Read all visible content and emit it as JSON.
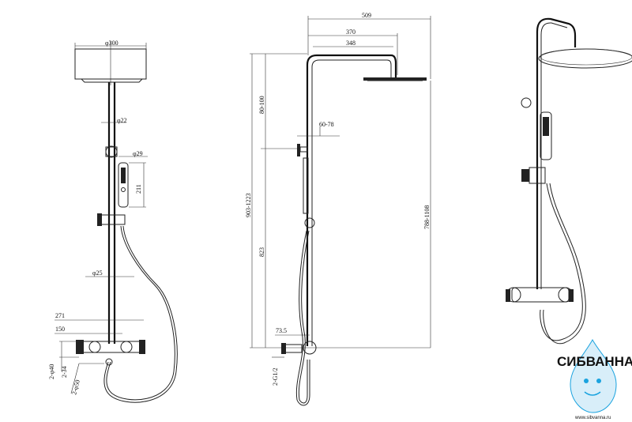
{
  "front_view": {
    "dims": {
      "head_dia": "φ300",
      "rod_dia": "φ22",
      "holder_dia": "φ29",
      "handset_len": "211",
      "pipe_dia": "φ25",
      "mixer_width": "271",
      "mixer_inner": "150",
      "inlet_dia": "2-φ40",
      "inlet_len": "2-34",
      "outlet_dia": "2-φ50"
    }
  },
  "side_view": {
    "dims": {
      "total_width": "509",
      "arm_outer": "370",
      "arm_inner": "348",
      "bracket_range": "60-78",
      "top_range": "80-100",
      "total_height_range": "903-1223",
      "lower_height": "823",
      "right_height_range": "788-1108",
      "wall_offset": "73.5",
      "thread": "2-G1/2"
    }
  },
  "brand": {
    "name": "СИБВАННА",
    "url": "www.sibvanna.ru",
    "color": "#1ba3df"
  }
}
